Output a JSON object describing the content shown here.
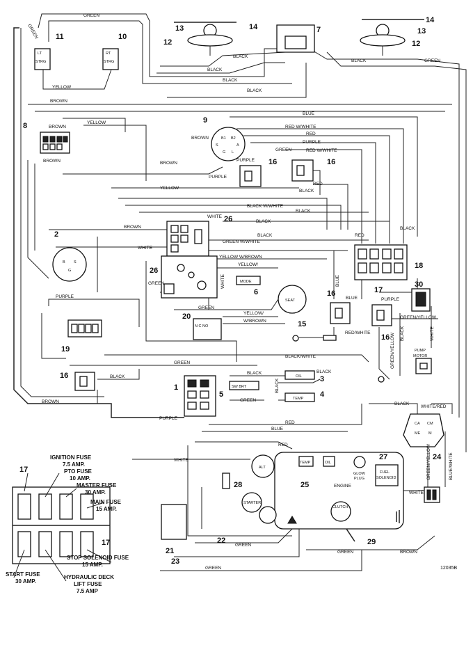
{
  "wire_labels": {
    "green_top": "GREEN",
    "green_diag": "GREEN",
    "yellow_top": "YELLOW",
    "black_1": "BLACK",
    "black_2": "BLACK",
    "black_3": "BLACK",
    "black_4": "BLACK",
    "black_right": "BLACK",
    "green_right": "GREEN",
    "brown_1": "BROWN",
    "yellow_1": "YELLOW",
    "brown_2": "BROWN",
    "brown_8": "BROWN",
    "blue_1": "BLUE",
    "red_white_1": "RED W/WHITE",
    "red_1": "RED",
    "purple_1": "PURPLE",
    "red_white_2": "RED W/WHITE",
    "green_9": "GREEN",
    "brown_9": "BROWN",
    "purple_16": "PURPLE",
    "yellow_mid": "YELLOW",
    "brown_mid": "BROWN",
    "purple_mid": "PURPLE",
    "black_16": "BLACK",
    "red_16": "RED",
    "black_white_1": "BLACK W/WHITE",
    "black_a": "BLACK",
    "black_b": "BLACK",
    "brown_26": "BROWN",
    "white_26": "WHITE",
    "white_26b": "WHITE",
    "black_c": "BLACK",
    "green_white": "GREEN W/WHITE",
    "yellow_wbrown": "YELLOW W/BROWN",
    "yellow_w": "YELLOW/",
    "red_18": "RED",
    "black_18": "BLACK",
    "green_26": "GREEN",
    "white_v": "WHITE",
    "green_mid": "GREEN",
    "yellow_w2": "YELLOW/",
    "w_brown": "W/BROWN",
    "blue_16": "BLUE",
    "blue_16b": "BLUE",
    "purple_30": "PURPLE",
    "green_yellow": "GREEN/YELLOW",
    "red_white_3": "RED/WHITE",
    "white_pump": "WHITE",
    "black_pump": "BLACK",
    "green_yellow_v": "GREEN/YELLOW",
    "purple_left": "PURPLE",
    "black_white_2": "BLACK/WHITE",
    "green_low": "GREEN",
    "black_d": "BLACK",
    "black_e": "BLACK",
    "black_f": "BLACK",
    "black_16b": "BLACK",
    "brown_16": "BROWN",
    "green_5": "GREEN",
    "black_24": "BLACK",
    "white_red": "WHITE/RED",
    "purple_1b": "PURPLE",
    "red_low": "RED",
    "blue_low": "BLUE",
    "blue_white": "BLUE/WHITE",
    "green_yellow_24": "GREEN/YELLOW",
    "red_eng": "RED",
    "white_eng": "WHITE",
    "white_sol": "WHITE",
    "green_22": "GREEN",
    "green_29": "GREEN",
    "brown_29": "BROWN",
    "green_bottom": "GREEN"
  },
  "component_text": {
    "c11_lt": "LT",
    "c11_strg": "STRG",
    "c10_rt": "RT",
    "c10_strg": "STRG",
    "c9_b1": "B1",
    "c9_b2": "B2",
    "c9_s": "S",
    "c9_a": "A",
    "c9_g": "G",
    "c9_l": "L",
    "c2_b": "B",
    "c2_s": "S",
    "c2_g": "G",
    "c6_mode": "MODE",
    "c15_seat": "SEAT",
    "c20_label": "N C NO",
    "c3_oil": "OIL",
    "c4_temp": "TEMP",
    "c5_sw": "SW BRT",
    "c24_ca": "CA",
    "c24_cm": "CM",
    "c24_me": "ME",
    "c24_m": "M",
    "alt": "ALT",
    "temp_eng": "TEMP",
    "oil_eng": "OIL",
    "glow_1": "GLOW",
    "glow_2": "PLUG",
    "fuel_1": "FUEL",
    "fuel_2": "SOLENOID",
    "engine": "ENGINE",
    "starter": "STARTER",
    "clutch": "CLUTCH",
    "pump_1": "PUMP",
    "pump_2": "MOTOR"
  },
  "callouts": [
    "1",
    "2",
    "3",
    "4",
    "5",
    "6",
    "7",
    "8",
    "9",
    "10",
    "11",
    "12",
    "12",
    "13",
    "13",
    "14",
    "14",
    "15",
    "16",
    "16",
    "16",
    "16",
    "16",
    "17",
    "17",
    "17",
    "18",
    "19",
    "20",
    "21",
    "22",
    "23",
    "24",
    "25",
    "26",
    "26",
    "27",
    "28",
    "29",
    "30"
  ],
  "fuse_labels": {
    "ignition": "IGNITION FUSE",
    "ignition_amp": "7.5 AMP.",
    "pto": "PTO FUSE",
    "pto_amp": "10 AMP.",
    "master": "MASTER FUSE",
    "master_amp": "30 AMP.",
    "main": "MAIN FUSE",
    "main_amp": "15 AMP.",
    "stop": "STOP SOLENOID FUSE",
    "stop_amp": "15 AMP.",
    "start": "START FUSE",
    "start_amp": "30 AMP.",
    "hyd1": "HYDRAULIC DECK",
    "hyd2": "LIFT FUSE",
    "hyd_amp": "7.5 AMP",
    "num_17a": "17",
    "num_17b": "17"
  },
  "reference_number": "12035B"
}
